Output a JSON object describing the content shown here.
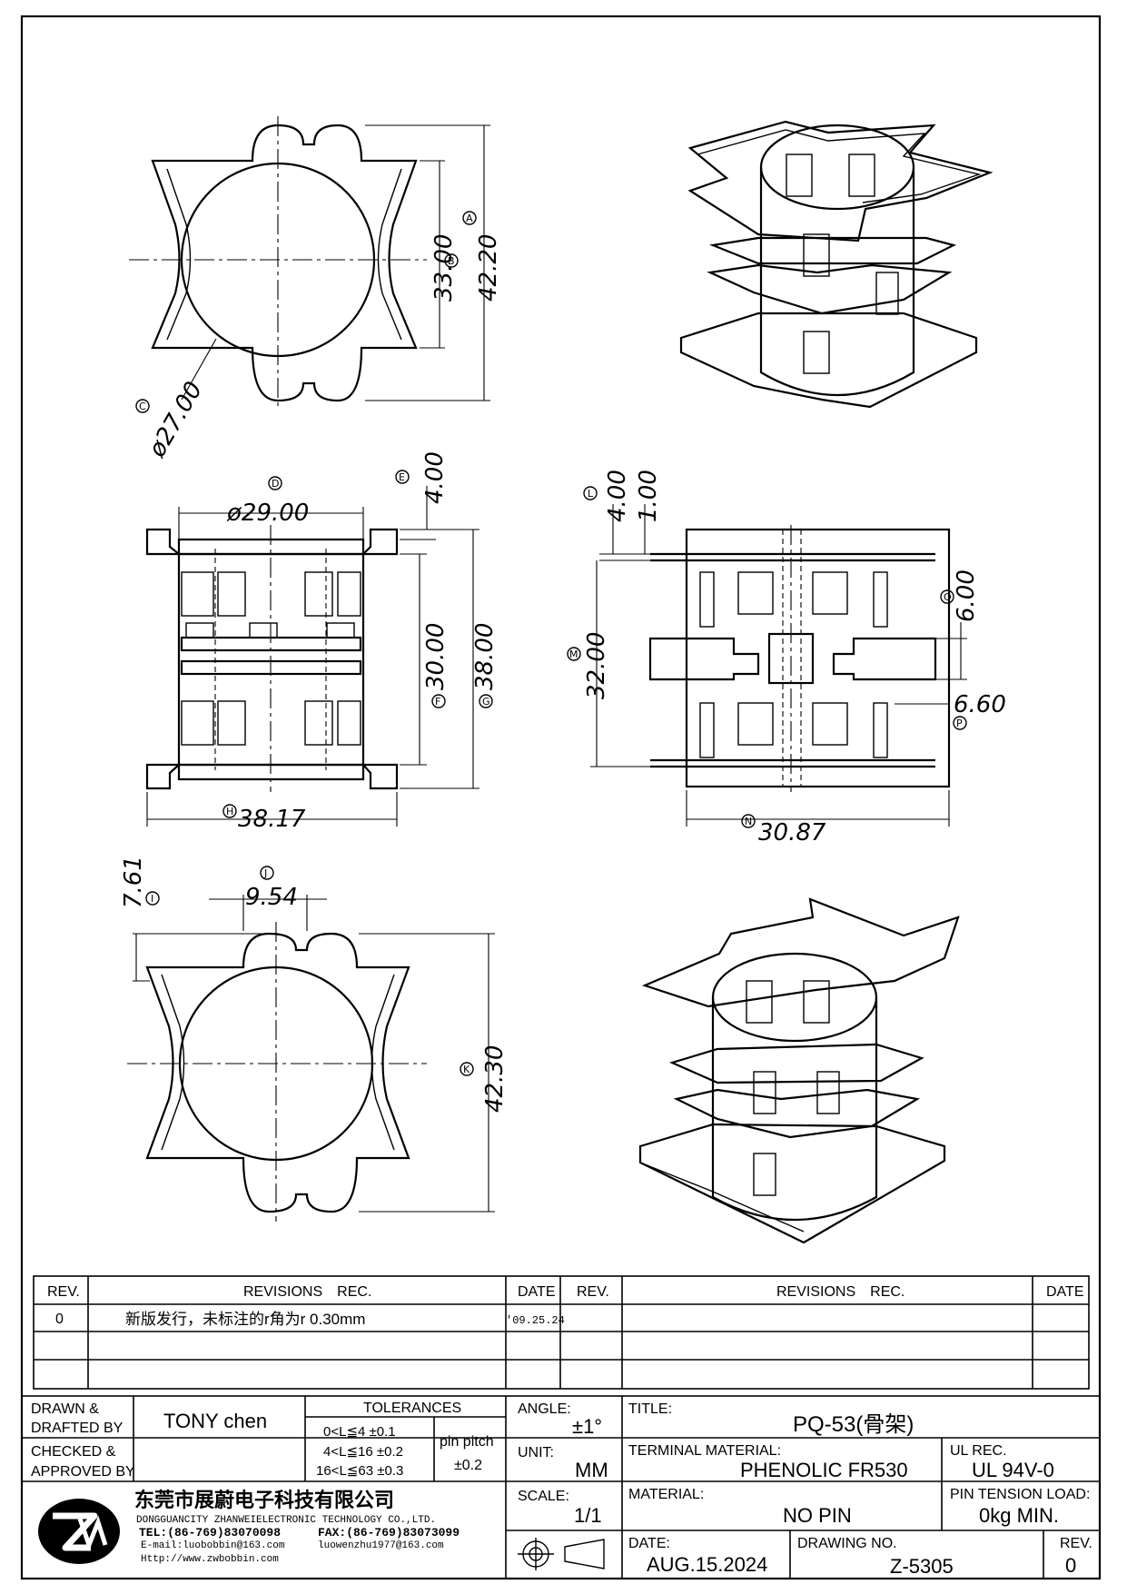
{
  "dimensions": {
    "top_view": {
      "A": "42.20",
      "B": "33.00",
      "C": "ø27.00"
    },
    "front_view": {
      "D": "ø29.00",
      "E": "4.00",
      "F": "30.00",
      "G": "38.00",
      "H": "38.17"
    },
    "side_view": {
      "L1": "4.00",
      "L2": "1.00",
      "M": "32.00",
      "N": "30.87",
      "O": "6.00",
      "P": "6.60"
    },
    "bottom_view": {
      "I": "7.61",
      "J": "9.54",
      "K": "42.30"
    }
  },
  "bubbles": [
    "A",
    "B",
    "C",
    "D",
    "E",
    "F",
    "G",
    "H",
    "I",
    "J",
    "K",
    "L",
    "M",
    "N",
    "O",
    "P"
  ],
  "revisions": {
    "header": {
      "rev": "REV.",
      "rec": "REVISIONS　REC.",
      "date": "DATE"
    },
    "rows": [
      {
        "rev": "0",
        "rec": "新版发行，未标注的r角为r 0.30mm",
        "date": "'09.25.24"
      }
    ]
  },
  "title_block": {
    "drawn_label": "DRAWN &\nDRAFTED BY",
    "drawn_label_1": "DRAWN &",
    "drawn_label_2": "DRAFTED BY",
    "drawn_value": "TONY chen",
    "checked_label_1": "CHECKED &",
    "checked_label_2": "APPROVED BY",
    "tolerances_label": "TOLERANCES",
    "tol_rows": [
      "0<L≦4   ±0.1",
      "4<L≦16  ±0.2",
      "16<L≦63 ±0.3"
    ],
    "pin_pitch_label": "pin pitch",
    "pin_pitch_value": "±0.2",
    "angle_label": "ANGLE:",
    "angle_value": "±1°",
    "unit_label": "UNIT:",
    "unit_value": "MM",
    "scale_label": "SCALE:",
    "scale_value": "1/1",
    "title_label": "TITLE:",
    "title_value": "PQ-53(骨架)",
    "terminal_label": "TERMINAL MATERIAL:",
    "terminal_value": "PHENOLIC FR530",
    "ul_label": "UL REC.",
    "ul_value": "UL 94V-0",
    "material_label": "MATERIAL:",
    "material_value": "NO PIN",
    "tension_label": "PIN TENSION LOAD:",
    "tension_value": "0kg MIN.",
    "date_label": "DATE:",
    "date_value": "AUG.15.2024",
    "drawing_no_label": "DRAWING NO.",
    "drawing_no_value": "Z-5305",
    "rev_label": "REV.",
    "rev_value": "0"
  },
  "company": {
    "name_cn": "东莞市展蔚电子科技有限公司",
    "name_en": "DONGGUANCITY ZHANWEIELECTRONIC TECHNOLOGY CO.,LTD.",
    "tel": "TEL:(86-769)83070098",
    "fax": "FAX:(86-769)83073099",
    "email": "E-mail:luobobbin@163.com",
    "email2": "luowenzhu1977@163.com",
    "web": "Http://www.zwbobbin.com",
    "logo": "ZW"
  }
}
